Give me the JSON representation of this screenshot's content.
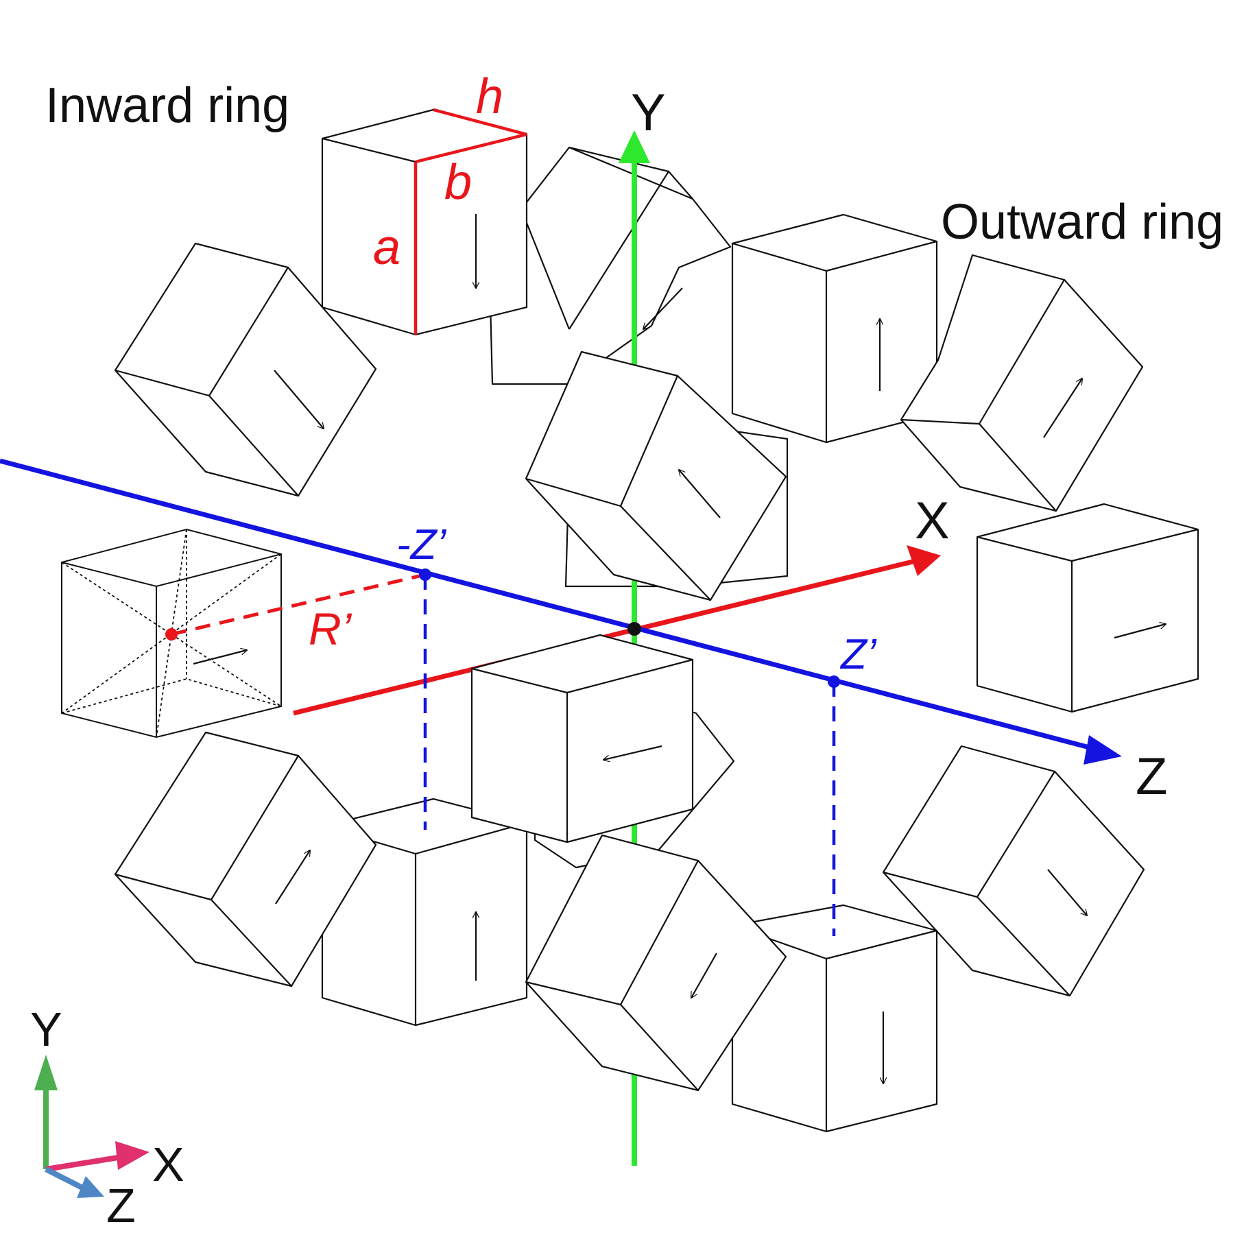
{
  "labels": {
    "inward_ring": "Inward ring",
    "outward_ring": "Outward ring",
    "axis_y": "Y",
    "axis_x": "X",
    "axis_z": "Z",
    "dim_h": "h",
    "dim_b": "b",
    "dim_a": "a",
    "radius": "R’",
    "neg_z_prime": "-Z’",
    "z_prime": "Z’",
    "triad_y": "Y",
    "triad_x": "X",
    "triad_z": "Z"
  },
  "colors": {
    "dimension": "#e8161b",
    "x_axis": "#e8161b",
    "y_axis": "#2ee82e",
    "z_axis": "#1414e0",
    "outline": "#111111",
    "triad_y": "#4caf50",
    "triad_x": "#e0306e",
    "triad_z": "#4f86c6"
  },
  "icons": {
    "magnetization": "magnetization-arrow-icon",
    "triad": "coordinate-triad-icon"
  }
}
